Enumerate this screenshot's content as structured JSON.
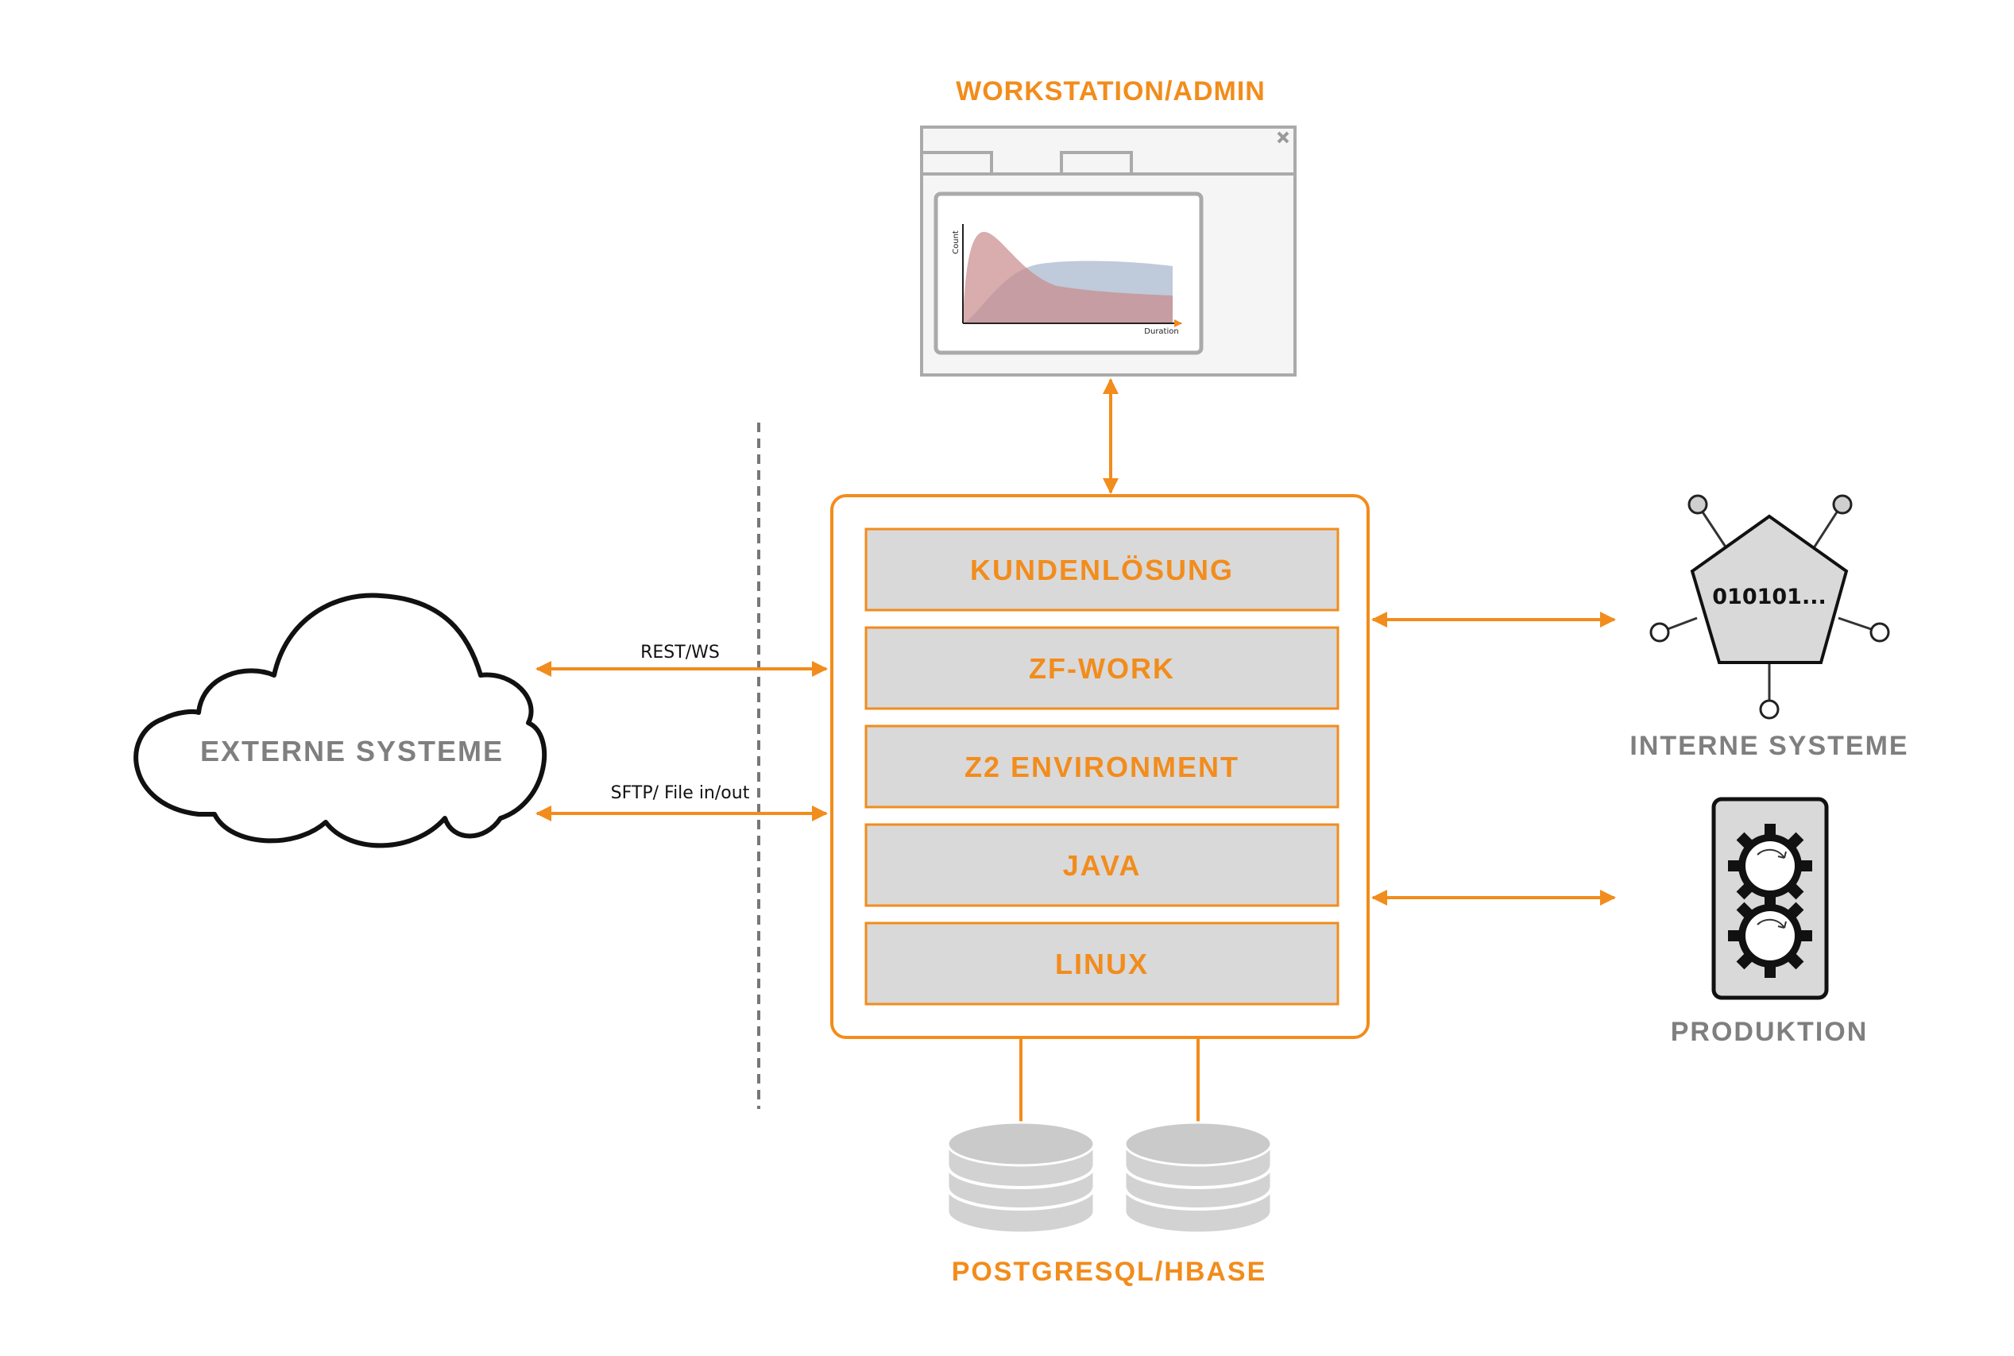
{
  "workstation": {
    "label": "WORKSTATION/ADMIN",
    "chart_ylabel": "Count",
    "chart_xlabel": "Duration"
  },
  "stack": {
    "layers": [
      "KUNDENLÖSUNG",
      "ZF-WORK",
      "Z2 ENVIRONMENT",
      "JAVA",
      "LINUX"
    ]
  },
  "external": {
    "label": "EXTERNE SYSTEME",
    "connections": [
      "REST/WS",
      "SFTP/ File in/out"
    ]
  },
  "internal": {
    "label": "INTERNE SYSTEME",
    "code": "010101..."
  },
  "production": {
    "label": "PRODUKTION"
  },
  "databases": {
    "label": "POSTGRESQL/HBASE"
  },
  "colors": {
    "accent": "#F28C1C",
    "gray_text": "#7F7F7F",
    "layer_fill": "#D9D9D9",
    "window_border": "#AAAAAA"
  }
}
